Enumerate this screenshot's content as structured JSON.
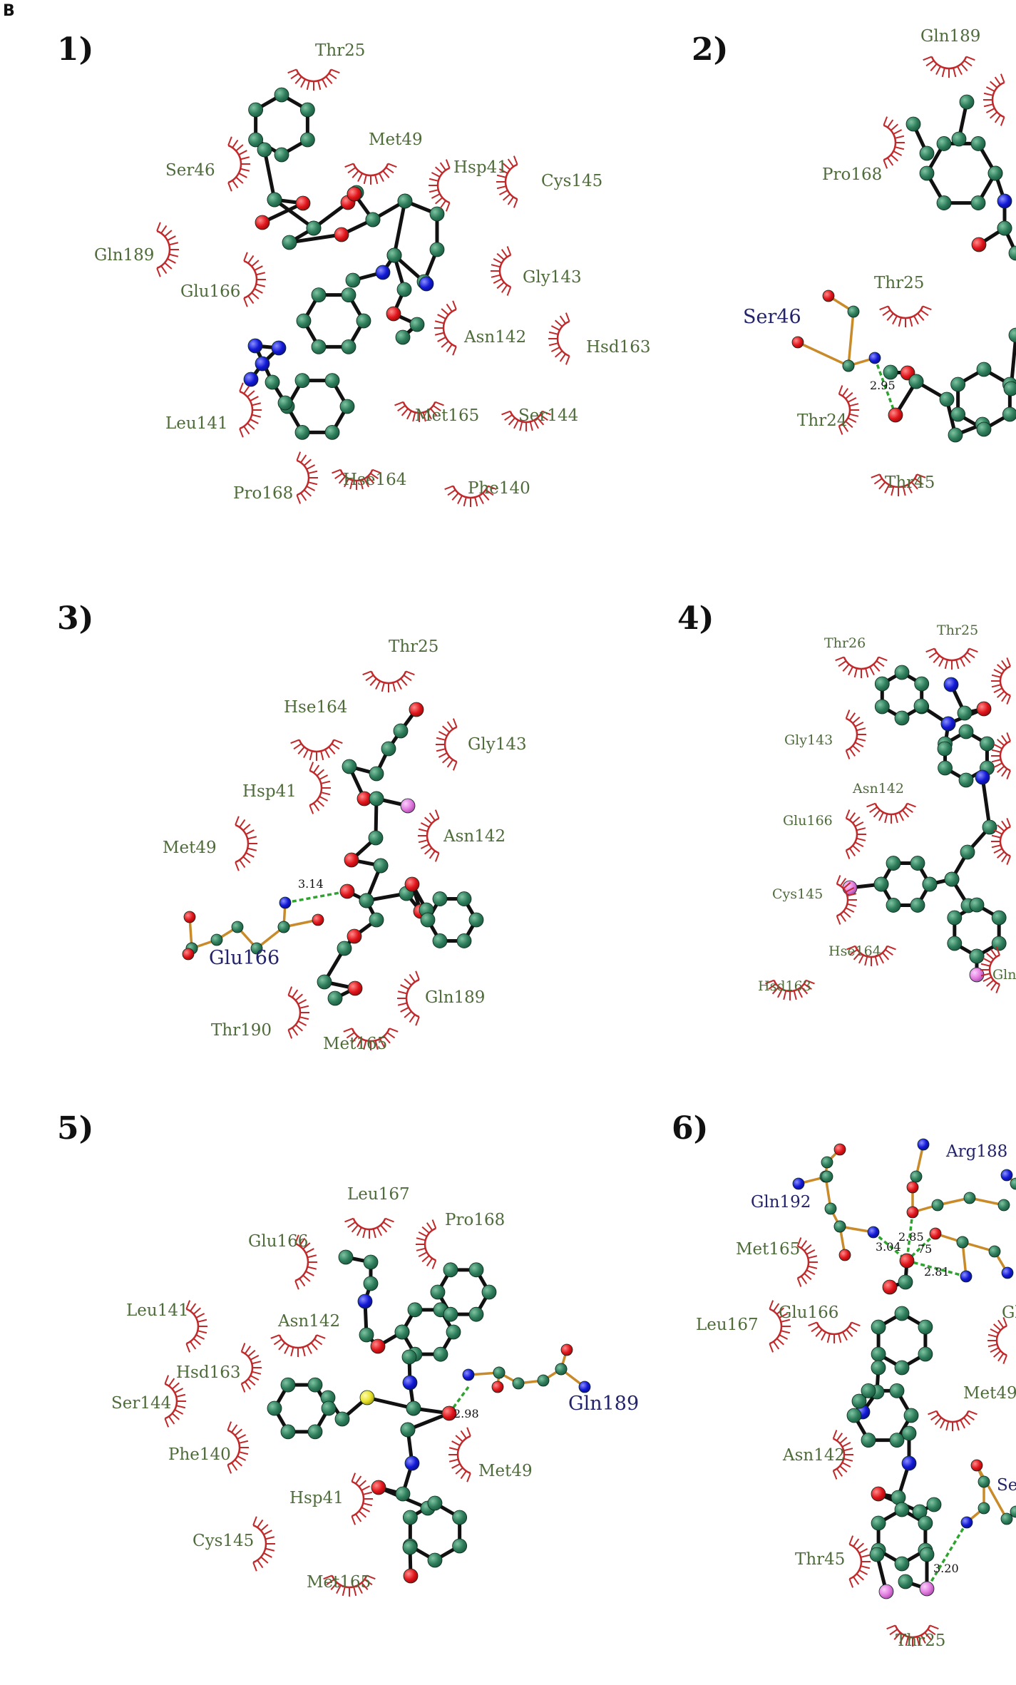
{
  "figure_letter": "B",
  "colors": {
    "residue_text": "#4e6b3a",
    "hbond_residue_text": "#23236b",
    "hydrophobic_arc": "#c0282a",
    "carbon": "#2e7d5b",
    "oxygen": "#e0151b",
    "nitrogen": "#1219d6",
    "fluorine": "#e27ae0",
    "sulfur": "#e8e12a",
    "ligand_bond": "#111111",
    "residue_bond": "#c98a2a",
    "hbond": "#2fa32f"
  },
  "panels": [
    {
      "label": "1)",
      "residues": [
        "Thr25",
        "Met49",
        "Ser46",
        "Hsp41",
        "Cys145",
        "Gln189",
        "Glu166",
        "Gly143",
        "Asn142",
        "Hsd163",
        "Leu141",
        "Met165",
        "Ser144",
        "Pro168",
        "Hse164",
        "Phe140"
      ],
      "hbond_residues": [],
      "distances": []
    },
    {
      "label": "2)",
      "residues": [
        "Gln189",
        "Pro168",
        "Thr25",
        "Thr24",
        "Thr45"
      ],
      "hbond_residues": [
        "Ser46"
      ],
      "distances": [
        "2.95"
      ]
    },
    {
      "label": "3)",
      "residues": [
        "Thr25",
        "Hse164",
        "Gly143",
        "Hsp41",
        "Asn142",
        "Met49",
        "Gln189",
        "Thr190",
        "Met165"
      ],
      "hbond_residues": [
        "Glu166"
      ],
      "distances": [
        "3.14"
      ]
    },
    {
      "label": "4)",
      "residues": [
        "Thr26",
        "Thr25",
        "Gly143",
        "Asn142",
        "Glu166",
        "Cys145",
        "Hse164",
        "Hsd163",
        "Gln"
      ],
      "hbond_residues": [],
      "distances": []
    },
    {
      "label": "5)",
      "residues": [
        "Leu167",
        "Pro168",
        "Glu166",
        "Leu141",
        "Asn142",
        "Hsd163",
        "Ser144",
        "Phe140",
        "Met49",
        "Hsp41",
        "Cys145",
        "Met165"
      ],
      "hbond_residues": [
        "Gln189"
      ],
      "distances": [
        "2.98"
      ]
    },
    {
      "label": "6)",
      "residues": [
        "Met165",
        "Leu167",
        "Glu166",
        "Gl",
        "Met49",
        "Asn142",
        "Thr45",
        "Thr25"
      ],
      "hbond_residues": [
        "Arg188",
        "Gln192",
        "Se"
      ],
      "distances": [
        "2.85",
        "3.04",
        "75",
        "2.81",
        "3.20"
      ]
    }
  ]
}
